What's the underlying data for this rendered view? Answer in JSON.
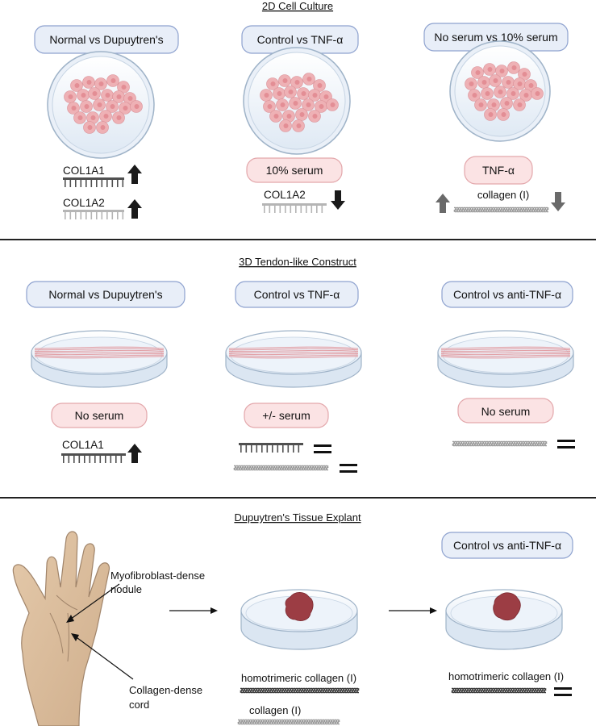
{
  "sections": [
    {
      "title": "2D Cell Culture",
      "panels": [
        {
          "comparison": "Normal vs Dupuytren's",
          "genes": [
            "COL1A1",
            "COL1A2"
          ]
        },
        {
          "comparison": "Control vs TNF-α",
          "condition": "10% serum",
          "genes": [
            "COL1A2"
          ]
        },
        {
          "comparison": "No serum vs 10% serum",
          "condition": "TNF-α",
          "product": "collagen (I)"
        }
      ]
    },
    {
      "title": "3D Tendon-like Construct",
      "panels": [
        {
          "comparison": "Normal vs Dupuytren's",
          "condition": "No serum",
          "genes": [
            "COL1A1"
          ]
        },
        {
          "comparison": "Control vs TNF-α",
          "condition": "+/- serum"
        },
        {
          "comparison": "Control vs anti-TNF-α",
          "condition": "No serum"
        }
      ]
    },
    {
      "title": "Dupuytren's Tissue Explant",
      "hand_labels": {
        "nodule_line1": "Myofibroblast-dense",
        "nodule_line2": "nodule",
        "cord_line1": "Collagen-dense",
        "cord_line2": "cord"
      },
      "middle_products": [
        "homotrimeric collagen (I)",
        "collagen (I)"
      ],
      "right_comparison": "Control vs anti-TNF-α",
      "right_product": "homotrimeric collagen (I)"
    }
  ],
  "colors": {
    "pill_fill": "#e8eef8",
    "pill_stroke": "#8ea2cf",
    "condition_fill": "#fbe3e4",
    "condition_stroke": "#e3a7ab",
    "cell_fill": "#eeb1b5",
    "cell_nucleus": "#e38e95",
    "tissue": "#9c3d44",
    "arrow_dark": "#1a1a1a",
    "arrow_grey": "#6a6a6a",
    "gene_dark": "#505050",
    "gene_light": "#b5b5b5"
  }
}
